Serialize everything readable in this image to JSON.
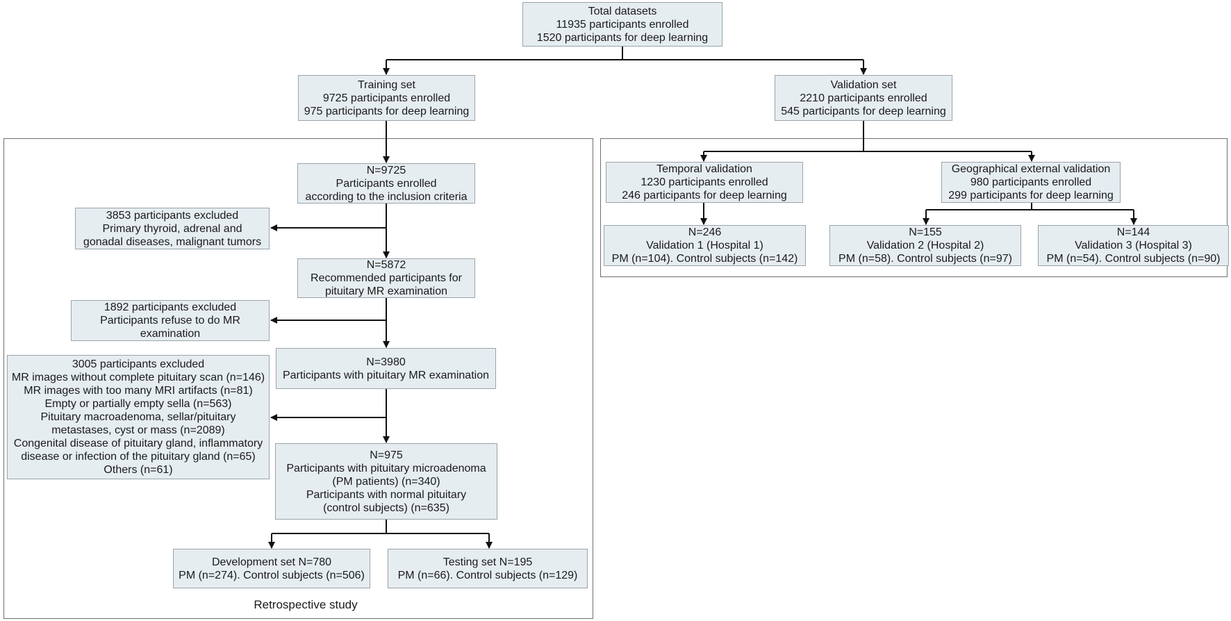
{
  "boxes": {
    "total": [
      "Total datasets",
      "11935 participants enrolled",
      "1520 participants for deep learning"
    ],
    "training": [
      "Training set",
      "9725 participants enrolled",
      "975 participants for deep learning"
    ],
    "validation": [
      "Validation set",
      "2210 participants enrolled",
      "545 participants for deep learning"
    ],
    "n9725": [
      "N=9725",
      "Participants enrolled",
      "according to the inclusion criteria"
    ],
    "excl3853": [
      "3853 participants excluded",
      "Primary thyroid, adrenal and",
      "gonadal diseases, malignant tumors"
    ],
    "n5872": [
      "N=5872",
      "Recommended participants for",
      "pituitary MR examination"
    ],
    "excl1892": [
      "1892 participants excluded",
      "Participants refuse to do MR",
      "examination"
    ],
    "n3980": [
      "N=3980",
      "Participants with pituitary MR examination"
    ],
    "excl3005": [
      "3005 participants excluded",
      "MR images without complete pituitary scan (n=146)",
      "MR images with too many MRI artifacts (n=81)",
      "Empty or partially empty sella (n=563)",
      "Pituitary macroadenoma, sellar/pituitary",
      "metastases, cyst or mass (n=2089)",
      "Congenital disease of pituitary gland, inflammatory",
      "disease or infection of the pituitary gland (n=65)",
      "Others (n=61)"
    ],
    "n975": [
      "N=975",
      "Participants with pituitary microadenoma",
      "(PM patients) (n=340)",
      "Participants with normal pituitary",
      "(control subjects) (n=635)"
    ],
    "development": [
      "Development set N=780",
      "PM (n=274). Control subjects (n=506)"
    ],
    "testing": [
      "Testing set N=195",
      "PM (n=66). Control subjects (n=129)"
    ],
    "temporal": [
      "Temporal validation",
      "1230 participants enrolled",
      "246 participants for deep learning"
    ],
    "geographical": [
      "Geographical external validation",
      "980 participants enrolled",
      "299 participants for deep learning"
    ],
    "val1": [
      "N=246",
      "Validation 1 (Hospital 1)",
      "PM (n=104). Control subjects (n=142)"
    ],
    "val2": [
      "N=155",
      "Validation 2 (Hospital 2)",
      "PM (n=58). Control subjects (n=97)"
    ],
    "val3": [
      "N=144",
      "Validation 3 (Hospital 3)",
      "PM (n=54). Control subjects (n=90)"
    ]
  },
  "retrospective_label": "Retrospective study",
  "colors": {
    "box_fill": "#e6edf1",
    "box_border": "#9aa3a9",
    "line": "#111111",
    "frame": "#6f6f6f"
  }
}
